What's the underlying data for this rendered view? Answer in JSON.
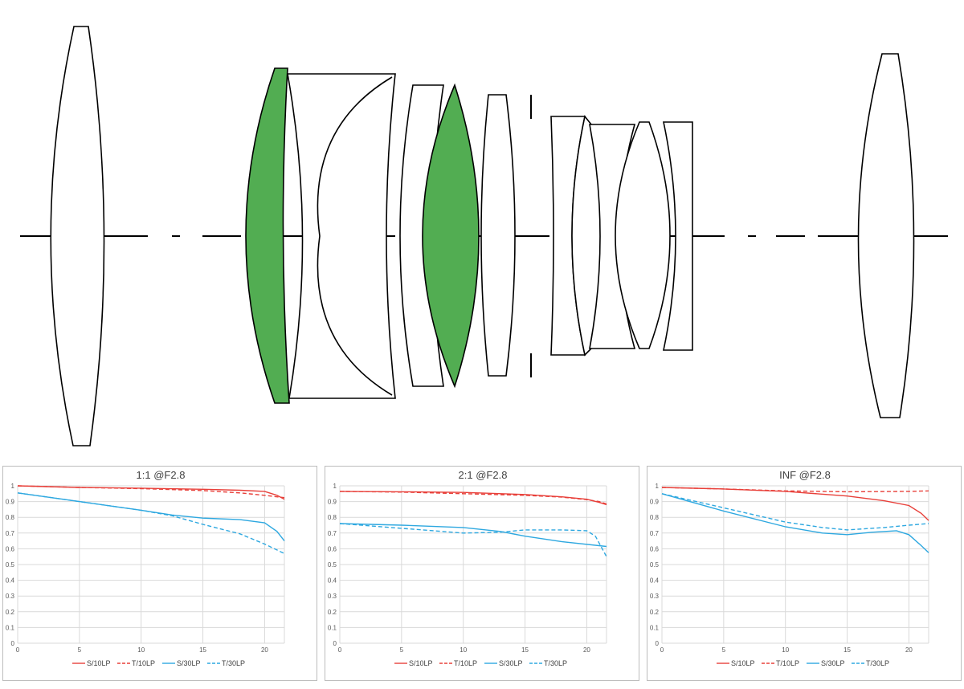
{
  "colors": {
    "red": "#e8403a",
    "blue": "#2ea8e0",
    "lens_fill_highlight": "#52ad52",
    "lens_stroke": "#000000",
    "grid": "#d9d9d9"
  },
  "chart_data": [
    {
      "type": "line",
      "title": "1:1  @F2.8",
      "xlim": [
        0,
        21.6
      ],
      "ylim": [
        0,
        1
      ],
      "xticks": [
        0,
        5,
        10,
        15,
        20
      ],
      "yticks": [
        0,
        0.1,
        0.2,
        0.3,
        0.4,
        0.5,
        0.6,
        0.7,
        0.8,
        0.9,
        1
      ],
      "grid": true,
      "legend_position": "bottom",
      "series": [
        {
          "name": "S/10LP",
          "color": "red",
          "dash": "solid",
          "x": [
            0,
            5,
            10,
            15,
            18,
            20,
            21,
            21.6
          ],
          "y": [
            1.0,
            0.99,
            0.985,
            0.978,
            0.972,
            0.965,
            0.94,
            0.915
          ]
        },
        {
          "name": "T/10LP",
          "color": "red",
          "dash": "dashed",
          "x": [
            0,
            5,
            10,
            15,
            18,
            20,
            21,
            21.6
          ],
          "y": [
            1.0,
            0.99,
            0.982,
            0.97,
            0.955,
            0.94,
            0.93,
            0.925
          ]
        },
        {
          "name": "S/30LP",
          "color": "blue",
          "dash": "solid",
          "x": [
            0,
            5,
            10,
            12.5,
            15,
            18,
            20,
            21,
            21.6
          ],
          "y": [
            0.955,
            0.9,
            0.845,
            0.815,
            0.795,
            0.785,
            0.765,
            0.71,
            0.65
          ]
        },
        {
          "name": "T/30LP",
          "color": "blue",
          "dash": "dashed",
          "x": [
            0,
            5,
            10,
            12.5,
            15,
            18,
            20,
            21.6
          ],
          "y": [
            0.955,
            0.9,
            0.845,
            0.81,
            0.755,
            0.695,
            0.63,
            0.57
          ]
        }
      ]
    },
    {
      "type": "line",
      "title": "2:1  @F2.8",
      "xlim": [
        0,
        21.6
      ],
      "ylim": [
        0,
        1
      ],
      "xticks": [
        0,
        5,
        10,
        15,
        20
      ],
      "yticks": [
        0,
        0.1,
        0.2,
        0.3,
        0.4,
        0.5,
        0.6,
        0.7,
        0.8,
        0.9,
        1
      ],
      "grid": true,
      "legend_position": "bottom",
      "series": [
        {
          "name": "S/10LP",
          "color": "red",
          "dash": "solid",
          "x": [
            0,
            5,
            10,
            15,
            18,
            20,
            21,
            21.6
          ],
          "y": [
            0.965,
            0.962,
            0.958,
            0.945,
            0.93,
            0.915,
            0.895,
            0.88
          ]
        },
        {
          "name": "T/10LP",
          "color": "red",
          "dash": "dashed",
          "x": [
            0,
            5,
            10,
            15,
            18,
            20,
            21,
            21.6
          ],
          "y": [
            0.965,
            0.96,
            0.95,
            0.94,
            0.928,
            0.912,
            0.9,
            0.885
          ]
        },
        {
          "name": "S/30LP",
          "color": "blue",
          "dash": "solid",
          "x": [
            0,
            5,
            10,
            13,
            15,
            18,
            21.6
          ],
          "y": [
            0.76,
            0.75,
            0.735,
            0.71,
            0.68,
            0.645,
            0.615
          ]
        },
        {
          "name": "T/30LP",
          "color": "blue",
          "dash": "dashed",
          "x": [
            0,
            5,
            10,
            13,
            15,
            18,
            20,
            20.7,
            21.6
          ],
          "y": [
            0.76,
            0.73,
            0.7,
            0.705,
            0.72,
            0.72,
            0.715,
            0.68,
            0.55
          ]
        }
      ]
    },
    {
      "type": "line",
      "title": "INF @F2.8",
      "xlim": [
        0,
        21.6
      ],
      "ylim": [
        0,
        1
      ],
      "xticks": [
        0,
        5,
        10,
        15,
        20
      ],
      "yticks": [
        0,
        0.1,
        0.2,
        0.3,
        0.4,
        0.5,
        0.6,
        0.7,
        0.8,
        0.9,
        1
      ],
      "grid": true,
      "legend_position": "bottom",
      "series": [
        {
          "name": "S/10LP",
          "color": "red",
          "dash": "solid",
          "x": [
            0,
            5,
            10,
            15,
            18,
            20,
            21,
            21.6
          ],
          "y": [
            0.99,
            0.98,
            0.965,
            0.935,
            0.905,
            0.875,
            0.825,
            0.78
          ]
        },
        {
          "name": "T/10LP",
          "color": "red",
          "dash": "dashed",
          "x": [
            0,
            5,
            10,
            15,
            20,
            21.6
          ],
          "y": [
            0.99,
            0.98,
            0.968,
            0.962,
            0.965,
            0.968
          ]
        },
        {
          "name": "S/30LP",
          "color": "blue",
          "dash": "solid",
          "x": [
            0,
            5,
            10,
            13,
            15,
            17,
            19,
            20,
            21,
            21.6
          ],
          "y": [
            0.95,
            0.84,
            0.74,
            0.7,
            0.69,
            0.705,
            0.715,
            0.69,
            0.62,
            0.575
          ]
        },
        {
          "name": "T/30LP",
          "color": "blue",
          "dash": "dashed",
          "x": [
            0,
            5,
            10,
            13,
            15,
            18,
            20,
            21.6
          ],
          "y": [
            0.95,
            0.86,
            0.77,
            0.735,
            0.72,
            0.735,
            0.75,
            0.76
          ]
        }
      ]
    }
  ]
}
